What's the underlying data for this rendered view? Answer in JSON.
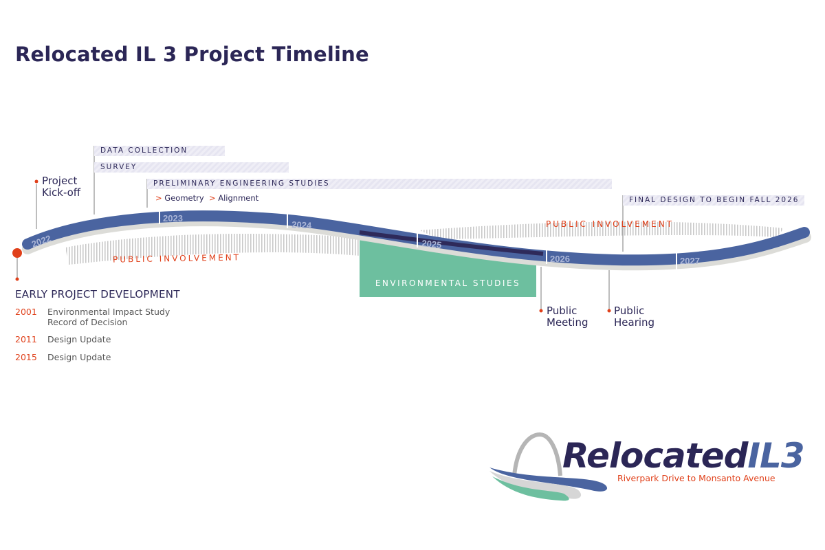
{
  "title": "Relocated IL 3 Project Timeline",
  "phases": {
    "data_collection": "DATA COLLECTION",
    "survey": "SURVEY",
    "preliminary": "PRELIMINARY ENGINEERING STUDIES",
    "prelim_items": [
      ">",
      "Geometry",
      ">",
      "Alignment"
    ],
    "final_design": "FINAL DESIGN TO BEGIN FALL 2026",
    "environmental": "ENVIRONMENTAL STUDIES",
    "public_involvement": "PUBLIC INVOLVEMENT"
  },
  "years": [
    "2022",
    "2023",
    "2024",
    "2025",
    "2026",
    "2027"
  ],
  "milestones": {
    "kickoff": [
      "Project",
      "Kick-off"
    ],
    "meeting": [
      "Public",
      "Meeting"
    ],
    "hearing": [
      "Public",
      "Hearing"
    ]
  },
  "early": {
    "title": "EARLY PROJECT DEVELOPMENT",
    "rows": [
      {
        "year": "2001",
        "lines": [
          "Environmental Impact Study",
          "Record of Decision"
        ]
      },
      {
        "year": "2011",
        "lines": [
          "Design Update"
        ]
      },
      {
        "year": "2015",
        "lines": [
          "Design Update"
        ]
      }
    ]
  },
  "logo": {
    "main": "Relocated",
    "accent": "IL3",
    "tagline": "Riverpark Drive to Monsanto Avenue"
  },
  "colors": {
    "navy": "#2b2656",
    "blue": "#4a64a0",
    "red": "#e0401a",
    "green": "#6dbf9f",
    "gray": "#dcdcd8"
  }
}
